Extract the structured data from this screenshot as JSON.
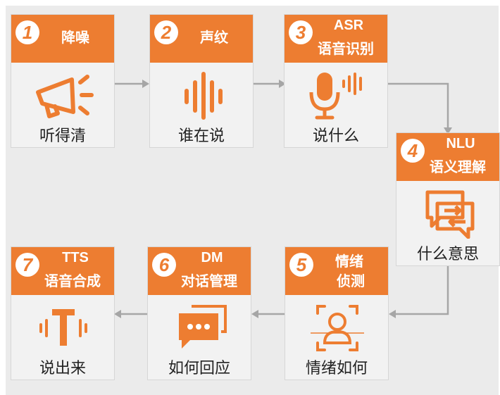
{
  "colors": {
    "accent": "#ed7d31",
    "arrow": "#a6a6a6"
  },
  "steps": [
    {
      "num": "1",
      "title": "降噪",
      "subtitle": "",
      "caption": "听得清",
      "icon": "megaphone-icon"
    },
    {
      "num": "2",
      "title": "声纹",
      "subtitle": "",
      "caption": "谁在说",
      "icon": "voiceprint-icon"
    },
    {
      "num": "3",
      "title": "ASR",
      "subtitle": "语音识别",
      "caption": "说什么",
      "icon": "microphone-icon"
    },
    {
      "num": "4",
      "title": "NLU",
      "subtitle": "语义理解",
      "caption": "什么意思",
      "icon": "exchange-icon"
    },
    {
      "num": "5",
      "title": "情绪",
      "subtitle": "侦测",
      "caption": "情绪如何",
      "icon": "face-scan-icon"
    },
    {
      "num": "6",
      "title": "DM",
      "subtitle": "对话管理",
      "caption": "如何回应",
      "icon": "chat-icon"
    },
    {
      "num": "7",
      "title": "TTS",
      "subtitle": "语音合成",
      "caption": "说出来",
      "icon": "speech-synthesis-icon"
    }
  ]
}
